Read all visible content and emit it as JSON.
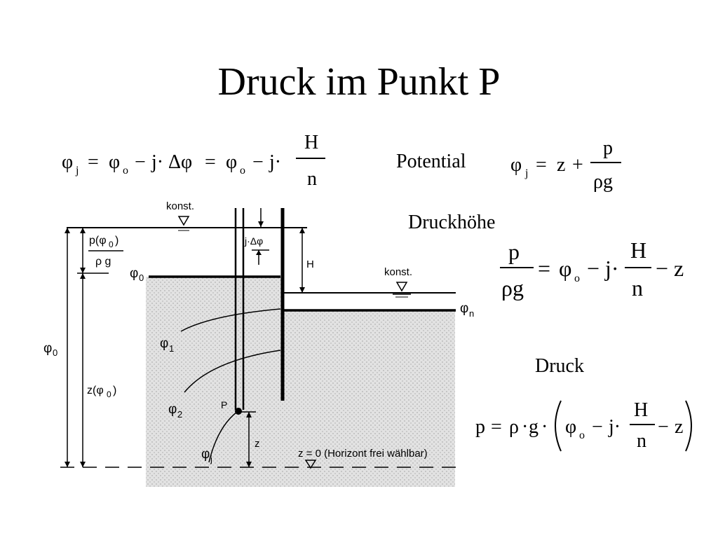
{
  "slide": {
    "title": "Druck im Punkt P",
    "labels": {
      "potential": "Potential",
      "druckhoehe": "Druckhöhe",
      "druck": "Druck"
    },
    "formulas": {
      "phi_j_definition": "φj = φo − j·Δφ = φo − j·H/n",
      "potential": "φj = z + p/ρg",
      "druckhoehe": "p/ρg = φo − j·H/n − z",
      "druck": "p = ρ·g·(φo − j·H/n − z)"
    }
  },
  "diagram": {
    "konst_left": "konst.",
    "konst_right": "konst.",
    "p_phi0_num": "p(φ",
    "p_phi0_sub": "0",
    "p_phi0_close": ")",
    "rho_g": "ρ g",
    "phi0_label": "φ",
    "phi0_sub": "0",
    "phi0_left": "φ",
    "phi0_left_sub": "0",
    "z_phi0": "z(φ",
    "z_phi0_sub": "0",
    "z_phi0_close": ")",
    "j_delta_phi": "j·Δφ",
    "H": "H",
    "phi1": "φ",
    "phi1_sub": "1",
    "phi2": "φ",
    "phi2_sub": "2",
    "phij": "φ",
    "phij_sub": "j",
    "P": "P",
    "z": "z",
    "phin": "φ",
    "phin_sub": "n",
    "horizont": "z = 0 (Horizont frei wählbar)"
  }
}
